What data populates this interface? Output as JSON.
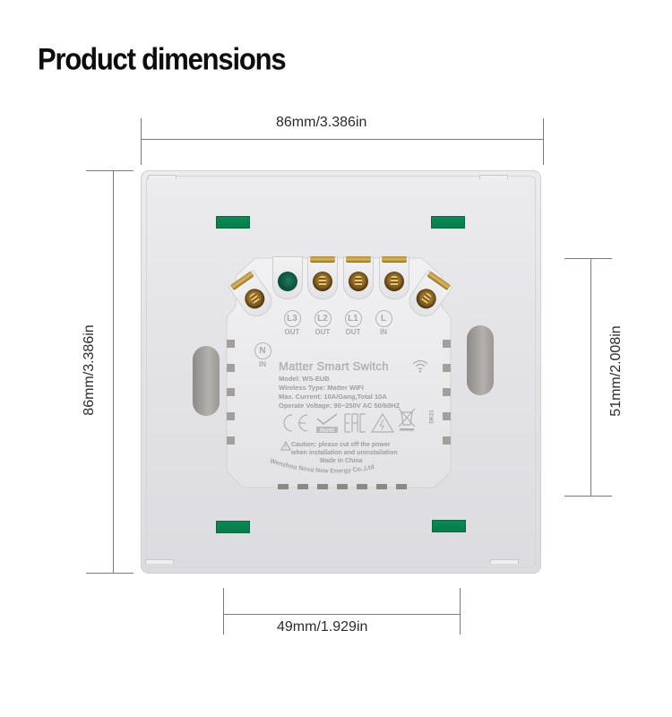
{
  "title": "Product dimensions",
  "dimensions": {
    "top_width": "86mm/3.386in",
    "left_height": "86mm/3.386in",
    "right_module_height": "51mm/2.008in",
    "bottom_module_width": "49mm/1.929in"
  },
  "terminals": [
    {
      "id": "L3",
      "sub": "OUT"
    },
    {
      "id": "L2",
      "sub": "OUT"
    },
    {
      "id": "L1",
      "sub": "OUT"
    },
    {
      "id": "L",
      "sub": "IN"
    }
  ],
  "neutral": {
    "id": "N",
    "sub": "IN"
  },
  "label": {
    "product_name": "Matter Smart Switch",
    "model": "Model: WS-EUB",
    "wireless": "Wireless Type: Matter WIFI",
    "current": "Max. Current: 10A/Gang,Total 10A",
    "voltage": "Operate Voltage: 90~250V AC 50/60HZ",
    "certifications": [
      "CE",
      "RoHS",
      "EAC",
      "High voltage warning",
      "WEEE"
    ],
    "caution_line1": "Caution: please cut off the power",
    "caution_line2": "when installation and uninstallation",
    "made_in": "Made in China",
    "manufacturer": "Wenzhou Nova New Energy Co.,Ltd",
    "side_code": "DK21"
  },
  "icons": {
    "wifi": "wifi-icon",
    "ce": "ce-mark-icon",
    "rohs": "rohs-check-icon",
    "eac": "eac-mark-icon",
    "hv": "high-voltage-warning-icon",
    "weee": "crossed-bin-icon",
    "caution": "warning-triangle-icon"
  },
  "colors": {
    "indicator_green": "#0b8a55",
    "plate": "#e6e6e9",
    "brass": "#c9a24d",
    "dimension_line": "#7a7a7a"
  }
}
